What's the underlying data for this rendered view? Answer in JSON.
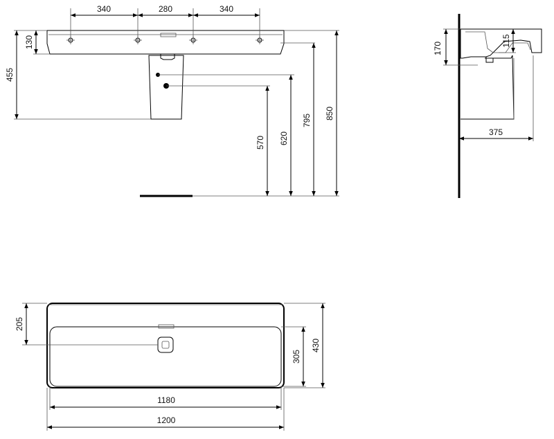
{
  "front_view": {
    "dims": {
      "tap_spacing_left": "340",
      "tap_spacing_center": "280",
      "tap_spacing_right": "340",
      "rim_depth": "130",
      "overall_depth": "455",
      "waste_height": "570",
      "supply_height": "620",
      "bowl_height": "795",
      "rim_height": "850"
    }
  },
  "side_view": {
    "dims": {
      "depth_115": "115",
      "depth_170": "170",
      "projection": "375"
    }
  },
  "top_view": {
    "dims": {
      "tap_offset": "205",
      "bowl_depth": "305",
      "overall_depth": "430",
      "inner_width": "1180",
      "overall_width": "1200"
    }
  },
  "colors": {
    "line": "#000000",
    "text": "#111111",
    "background": "#ffffff"
  }
}
